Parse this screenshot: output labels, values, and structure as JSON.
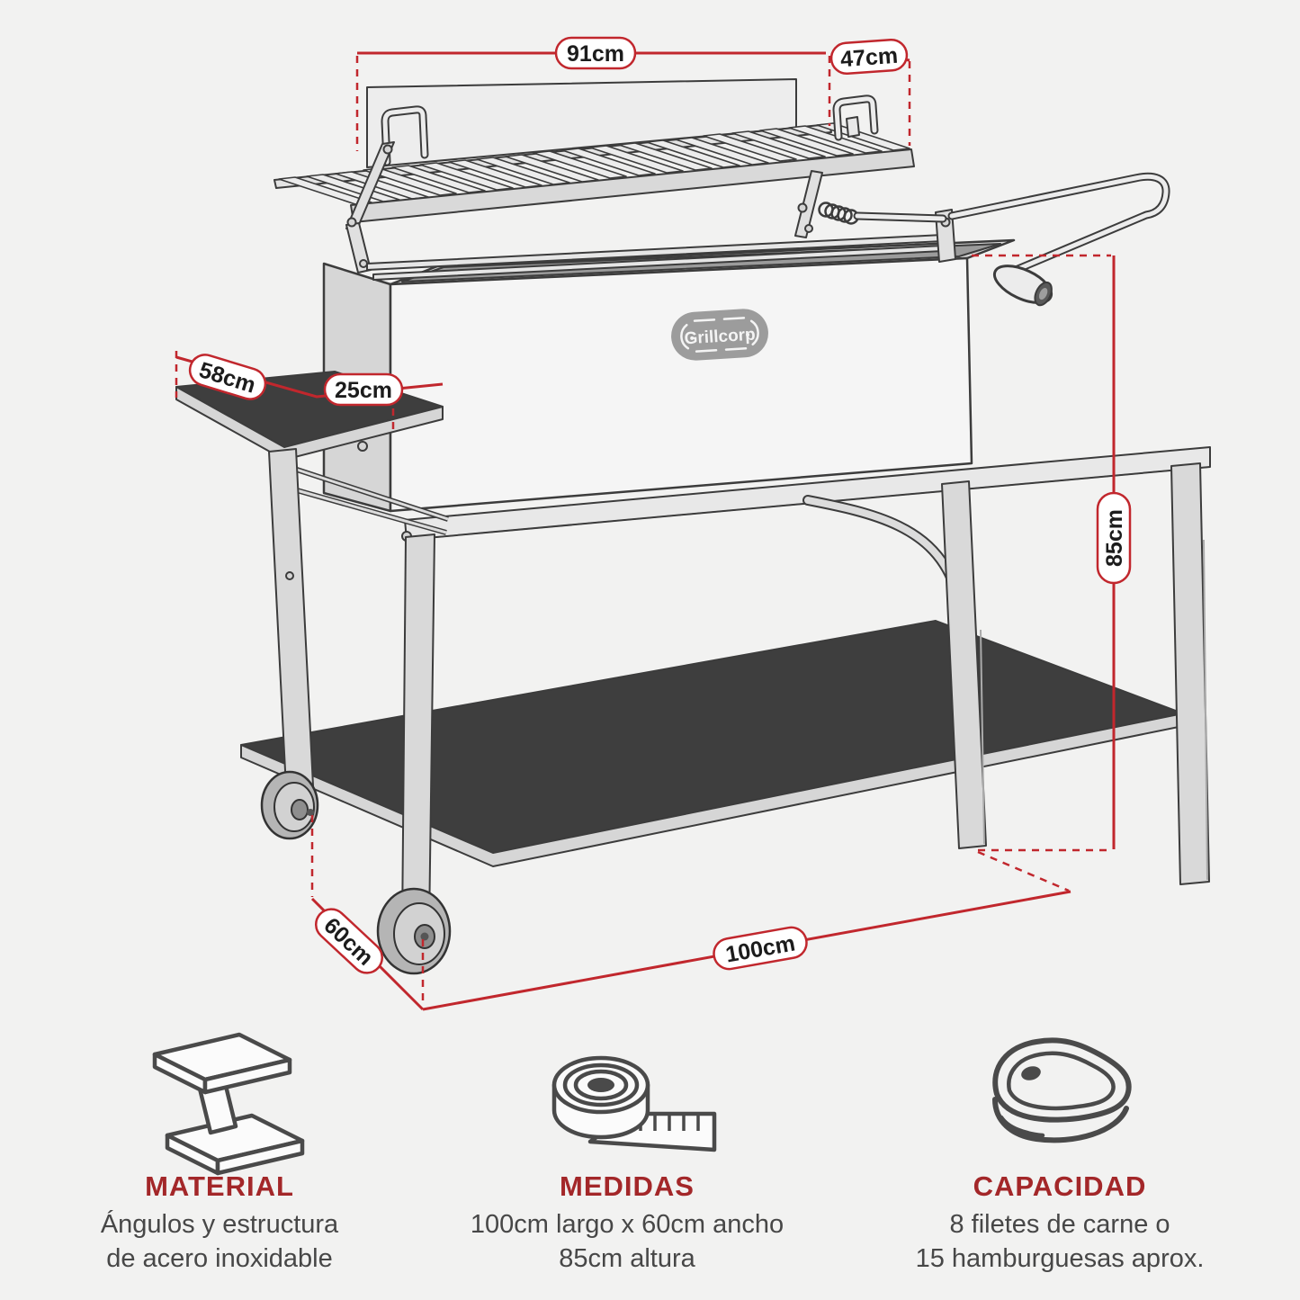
{
  "brand": {
    "logo_text": "Grillcorp"
  },
  "dimensions": {
    "grate_width": "91cm",
    "grate_depth": "47cm",
    "side_table_depth": "58cm",
    "side_table_width": "25cm",
    "height": "85cm",
    "base_depth": "60cm",
    "base_length": "100cm"
  },
  "features": [
    {
      "icon": "i-beam-icon",
      "title": "MATERIAL",
      "lines": [
        "Ángulos y estructura",
        "de acero inoxidable"
      ]
    },
    {
      "icon": "measuring-tape-icon",
      "title": "MEDIDAS",
      "lines": [
        "100cm largo x 60cm ancho",
        "85cm altura"
      ]
    },
    {
      "icon": "steak-icon",
      "title": "CAPACIDAD",
      "lines": [
        "8 filetes de carne o",
        "15 hamburguesas aprox."
      ]
    }
  ],
  "colors": {
    "background": "#f2f2f1",
    "dimension_red": "#c1272d",
    "heading_red": "#a32729",
    "body_text": "#474747",
    "line_art": "#3c3c3c"
  }
}
